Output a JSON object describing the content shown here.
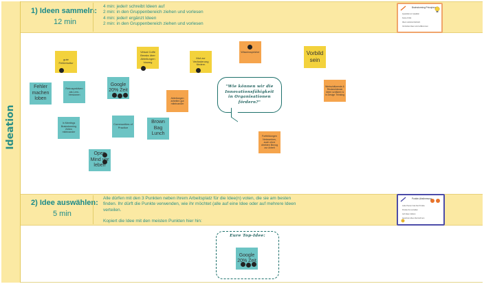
{
  "sidebar": {
    "label": "Ideation"
  },
  "step1": {
    "title": "1) Ideen sammeln:",
    "time": "12 min",
    "instructions": [
      "4 min: jede/r schreibt Ideen auf",
      "2 min: in den Gruppenbereich ziehen und vorlesen",
      "4 min: jede/r ergänzt Ideen",
      "2 min: in den Gruppenbereich ziehen und vorlesen"
    ]
  },
  "step2": {
    "title": "2) Idee auswählen:",
    "time": "5 min",
    "instructions": [
      "Alle dürfen mit den 3 Punkten neben ihrem Arbeitsplatz für die Idee(n) voten, die sie am besten",
      "finden. Ihr dürft die Punkte verwenden, wie ihr möchtet (alle auf eine Idee oder auf mehrere Ideen",
      "verteilen.",
      "",
      "Kopiert die Idee mit den meisten Punkten hier hin:"
    ]
  },
  "question": {
    "lines": [
      "\"Wie können wir die",
      "Innovationsfähigkeit",
      "in Organisationen",
      "fördern?\""
    ]
  },
  "notes": [
    {
      "id": "gute-fehlerkultur",
      "text": "gute Fehlerkultur",
      "color": "yellow"
    },
    {
      "id": "fehler-machen-loben",
      "text": "Fehler machen loben",
      "color": "teal"
    },
    {
      "id": "retrospektiven",
      "text": "Retrospektiven als Lern-Versionen",
      "color": "teal"
    },
    {
      "id": "google-20",
      "text": "Google 20% Zeit",
      "color": "teal"
    },
    {
      "id": "virtual-coffee",
      "text": "Virtual Coffe Breaks über Abteilungen hinweg",
      "color": "yellow"
    },
    {
      "id": "mut-zur-veraenderung",
      "text": "Mut zur Veränderung fördern",
      "color": "yellow"
    },
    {
      "id": "wissensspeicher",
      "text": "Wissensspeicher",
      "color": "orange"
    },
    {
      "id": "vorbild-sein",
      "text": "Vorbild sein",
      "color": "yellow"
    },
    {
      "id": "abteilungen-arbeiten",
      "text": "Abteilungen arbeiten gut miteinander",
      "color": "orange"
    },
    {
      "id": "wertschaetzende",
      "text": "Wertschätzende & Rückmeldende Ideen schätzen & in Design Thinking",
      "color": "orange"
    },
    {
      "id": "in-meetings-brainstorming",
      "text": "In Meetings Brainstorming Zeiten miteinander",
      "color": "teal"
    },
    {
      "id": "communities-of-practice",
      "text": "Communities of Practice",
      "color": "teal"
    },
    {
      "id": "brown-bag-lunch",
      "text": "Brown Bag Lunch",
      "color": "teal"
    },
    {
      "id": "fortbildungen",
      "text": "Fortbildungen Netzwerkes, auch ohne direkten Bezug zur Arbeit",
      "color": "orange"
    },
    {
      "id": "open-mind-leben",
      "text": "Open Mind vor leben",
      "color": "teal"
    }
  ],
  "card1": {
    "title": "Brainstorming Prinzipien",
    "lines": [
      "Quantität vor Qualität",
      "Keine Kritik",
      "Ideen weiterentwickeln",
      "Verrückte Ideen sind willkommen"
    ]
  },
  "card2": {
    "title": "Punkte-Abstimmung",
    "lines": [
      "Jede Person hat drei Punkte",
      "Punkte frei verteilen",
      "Auf Ideen kleben",
      "Gewinner-Idee übernehmen"
    ]
  },
  "top_idea": {
    "label": "Eure Top-Idee:",
    "note_text": "Google 20% Zeit"
  },
  "colors": {
    "yellow_band": "#fbe9a3",
    "teal_text": "#2a8f86",
    "sticky_yellow": "#f3d23c",
    "sticky_teal": "#6cc4c4",
    "sticky_orange": "#f5a44c"
  }
}
